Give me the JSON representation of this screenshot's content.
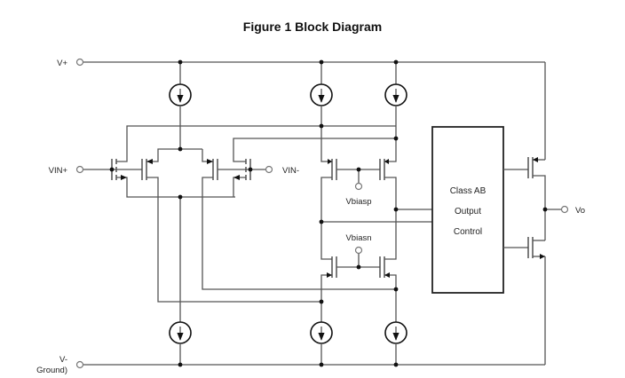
{
  "title": "Figure 1 Block Diagram",
  "labels": {
    "vplus": "V+",
    "vin_plus": "VIN+",
    "vin_minus": "VIN-",
    "vbiasp": "Vbiasp",
    "vbiasn": "Vbiasn",
    "vo": "Vo",
    "vminus_line1": "V-",
    "vminus_line2": "Ground)"
  },
  "block": {
    "line1": "Class AB",
    "line2": "Output",
    "line3": "Control"
  },
  "colors": {
    "wire": "#555555",
    "text": "#222222",
    "background": "#ffffff"
  }
}
